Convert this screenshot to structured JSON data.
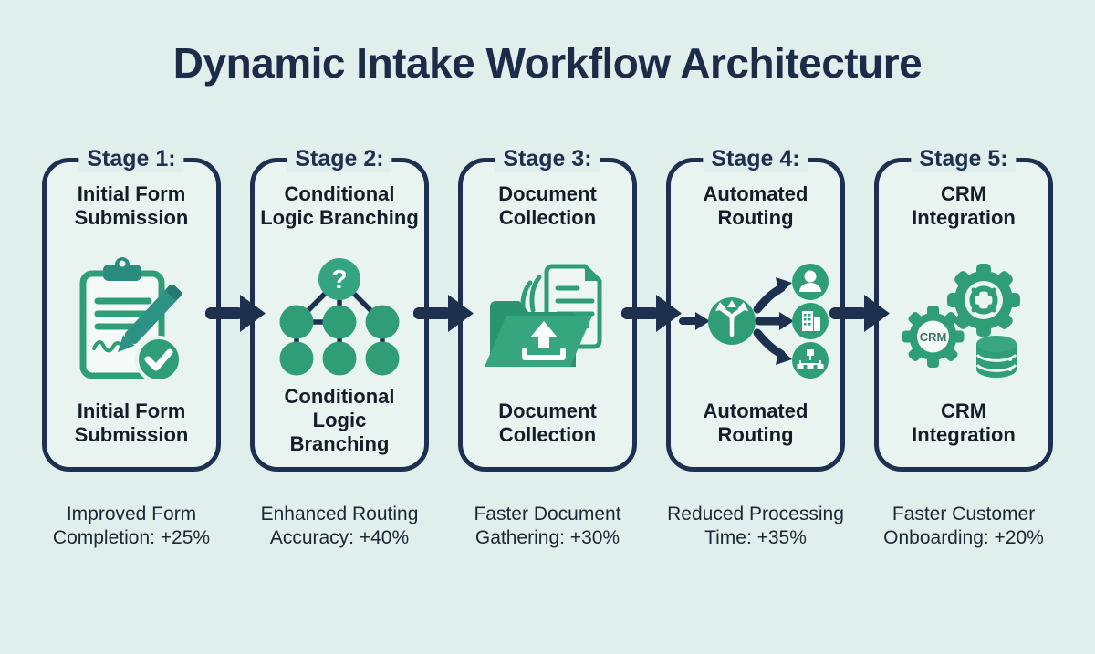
{
  "title": "Dynamic Intake Workflow Architecture",
  "stages": [
    {
      "label": "Stage 1:",
      "name_top": "Initial Form\nSubmission",
      "name_bottom": "Initial Form\nSubmission",
      "icon": "clipboard-signature-icon",
      "metric": "Improved Form\nCompletion: +25%"
    },
    {
      "label": "Stage 2:",
      "name_top": "Conditional\nLogic Branching",
      "name_bottom": "Conditional\nLogic\nBranching",
      "icon": "decision-tree-icon",
      "question_mark": "?",
      "metric": "Enhanced Routing\nAccuracy: +40%"
    },
    {
      "label": "Stage 3:",
      "name_top": "Document\nCollection",
      "name_bottom": "Document\nCollection",
      "icon": "folder-upload-icon",
      "metric": "Faster Document\nGathering: +30%"
    },
    {
      "label": "Stage 4:",
      "name_top": "Automated\nRouting",
      "name_bottom": "Automated\nRouting",
      "icon": "routing-split-icon",
      "metric": "Reduced Processing\nTime: +35%"
    },
    {
      "label": "Stage 5:",
      "name_top": "CRM\nIntegration",
      "name_bottom": "CRM\nIntegration",
      "icon": "crm-gears-icon",
      "gear_label": "CRM",
      "metric": "Faster Customer\nOnboarding: +20%"
    }
  ],
  "colors": {
    "background": "#e0efeb",
    "card_fill": "#e9f4f0",
    "navy": "#1e3050",
    "green": "#2f9e77",
    "teal": "#2b8b7e",
    "text_dark": "#141d28"
  }
}
